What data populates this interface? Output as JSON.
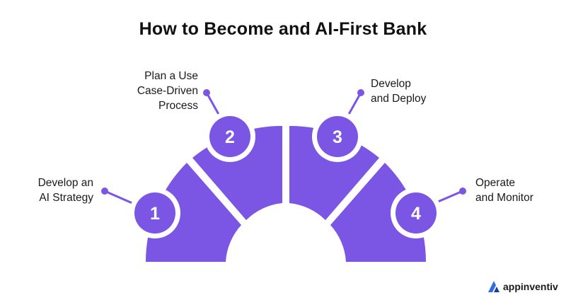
{
  "title": "How to Become and AI-First Bank",
  "colors": {
    "accent": "#7B55E3",
    "text": "#111111",
    "background": "#ffffff"
  },
  "steps": [
    {
      "number": "1",
      "label": "Develop an\nAI Strategy"
    },
    {
      "number": "2",
      "label": "Plan a Use\nCase-Driven\nProcess"
    },
    {
      "number": "3",
      "label": "Develop\nand Deploy"
    },
    {
      "number": "4",
      "label": "Operate\nand Monitor"
    }
  ],
  "brand": {
    "name": "appinventiv",
    "icon": "appinventiv-logo-icon"
  }
}
